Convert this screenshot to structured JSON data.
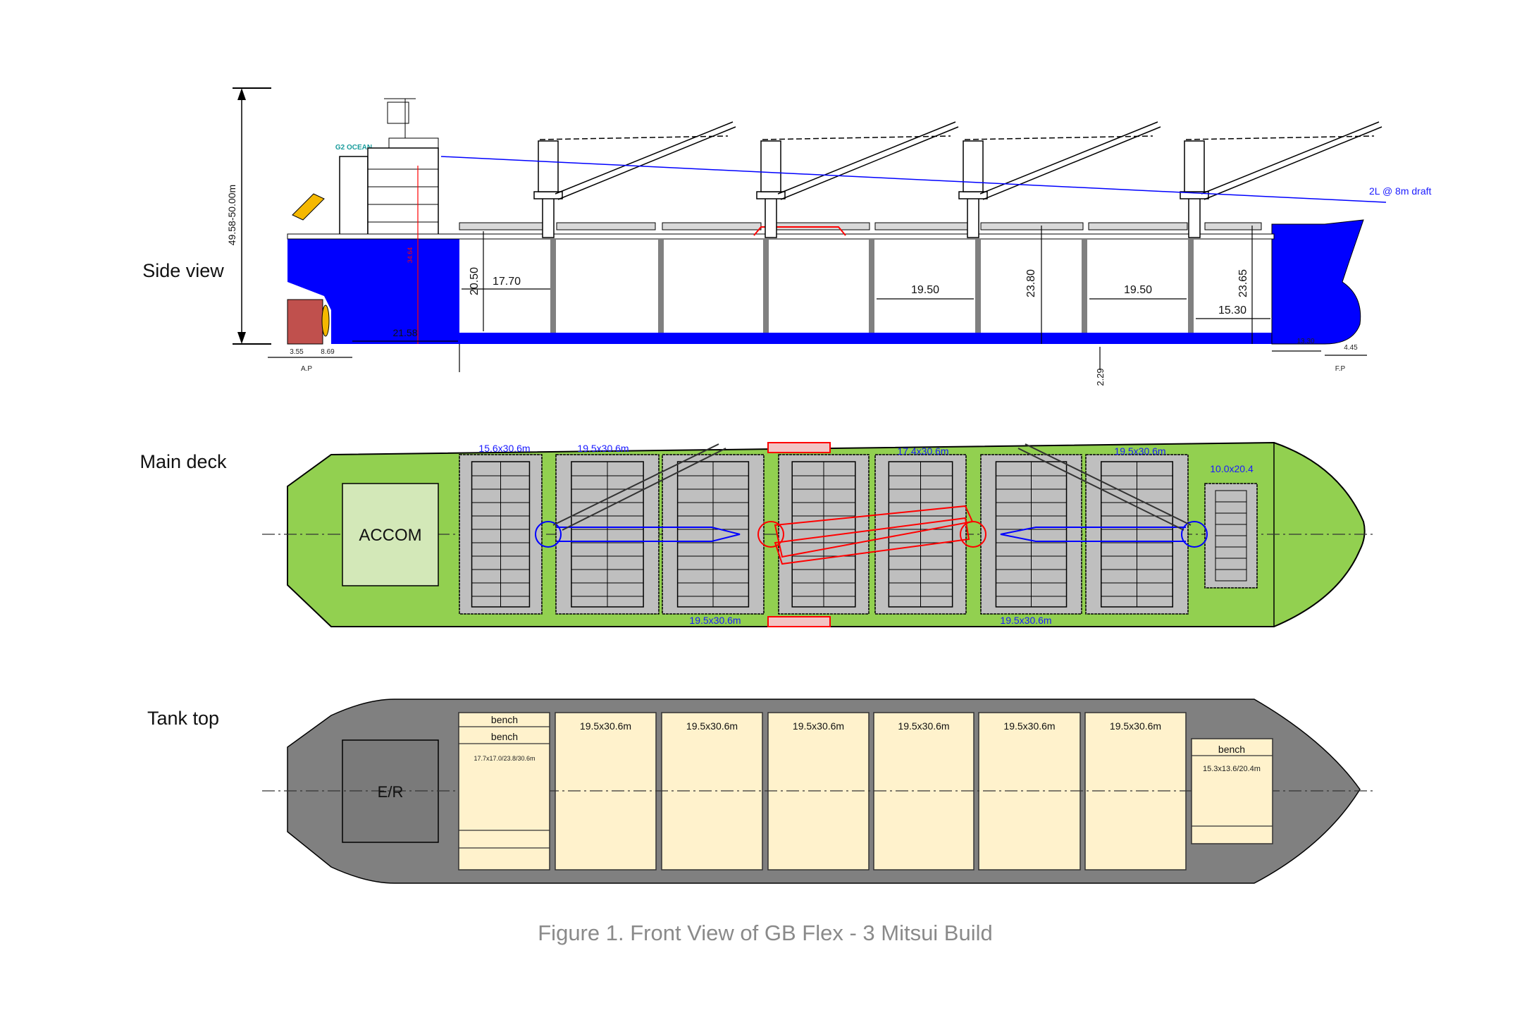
{
  "section_labels": {
    "side_view": "Side view",
    "main_deck": "Main deck",
    "tank_top": "Tank top"
  },
  "caption": "Figure 1. Front View of GB Flex - 3 Mitsui Build",
  "side_view": {
    "height_dim": "49.58-50.00m",
    "air_draft_note": "2L @ 8m draft",
    "funnel_logo": "G2 OCEAN",
    "red_dim": "34.64",
    "dims": {
      "d1770": "17.70",
      "d2158": "21.58",
      "d2050": "20.50",
      "d1950a": "19.50",
      "d2380": "23.80",
      "d1950b": "19.50",
      "d2365": "23.65",
      "d1530": "15.30",
      "d229": "2.29",
      "d355": "3.55",
      "d869": "8.69",
      "ap": "A.P",
      "d1330": "13.30",
      "d445": "4.45",
      "fp": "F.P"
    }
  },
  "main_deck": {
    "accom": "ACCOM",
    "hatch_labels": [
      "15.6x30.6m",
      "19.5x30.6m",
      "17.4x30.6m",
      "19.5x30.6m",
      "10.0x20.4"
    ],
    "bottom_labels": [
      "19.5x30.6m",
      "19.5x30.6m"
    ]
  },
  "tank_top": {
    "er": "E/R",
    "hold1": {
      "bench1": "bench",
      "bench2": "bench",
      "size": "17.7x17.0/23.8/30.6m"
    },
    "holds": [
      "19.5x30.6m",
      "19.5x30.6m",
      "19.5x30.6m",
      "19.5x30.6m",
      "19.5x30.6m",
      "19.5x30.6m"
    ],
    "fwd": {
      "bench": "bench",
      "size": "15.3x13.6/20.4m"
    }
  },
  "colors": {
    "hull_blue": "#0000ff",
    "deck_green": "#92d050",
    "tanktop_gray": "#808080",
    "hold_cream": "#fff2cc",
    "accom_green": "#d3e8b8",
    "rudder": "#c0504d"
  }
}
